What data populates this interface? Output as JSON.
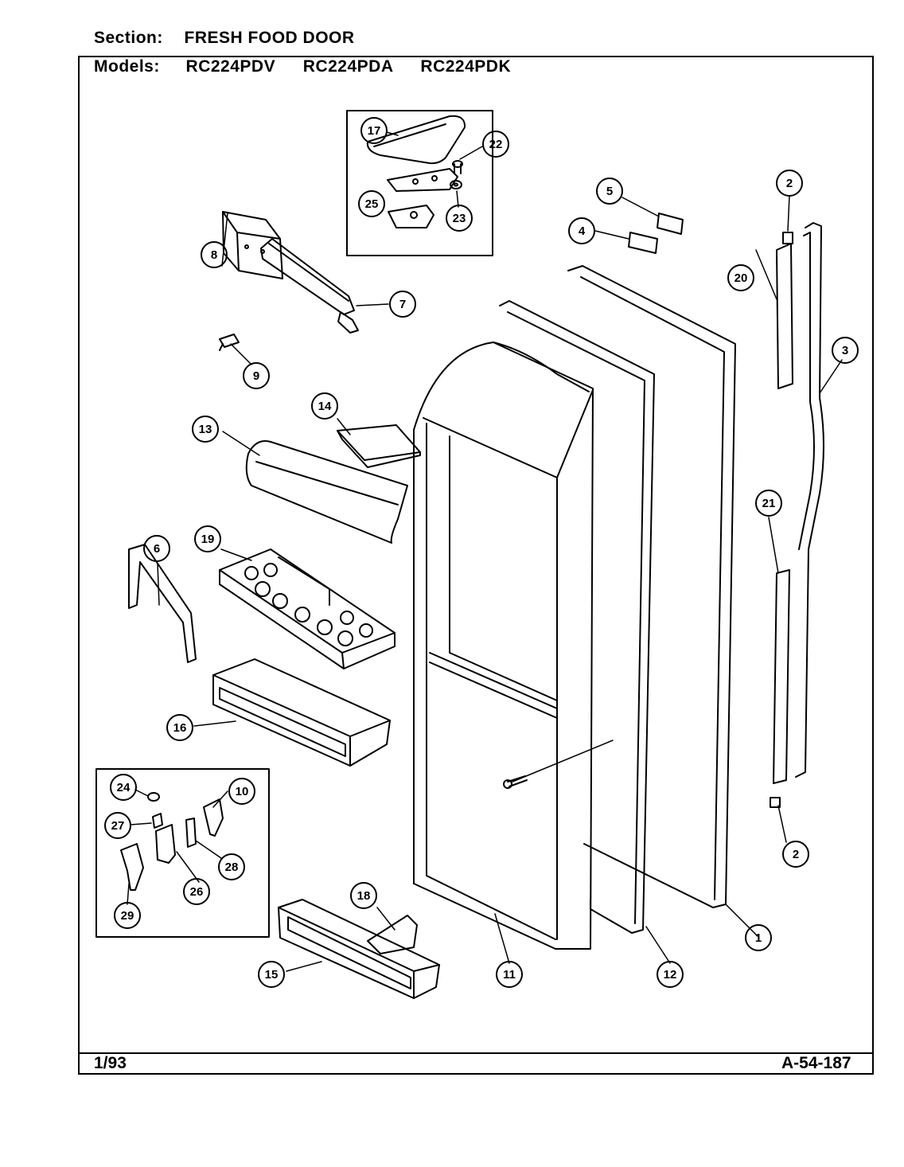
{
  "header": {
    "section_label": "Section:",
    "section_value": "FRESH FOOD DOOR",
    "models_label": "Models:",
    "models": [
      "RC224PDV",
      "RC224PDA",
      "RC224PDK"
    ]
  },
  "footer": {
    "date": "1/93",
    "drawing_number": "A-54-187"
  },
  "callouts": [
    "1",
    "2",
    "2",
    "3",
    "4",
    "5",
    "6",
    "7",
    "8",
    "9",
    "10",
    "11",
    "12",
    "13",
    "14",
    "15",
    "16",
    "17",
    "18",
    "19",
    "20",
    "21",
    "22",
    "23",
    "24",
    "25",
    "26",
    "27",
    "28",
    "29"
  ]
}
